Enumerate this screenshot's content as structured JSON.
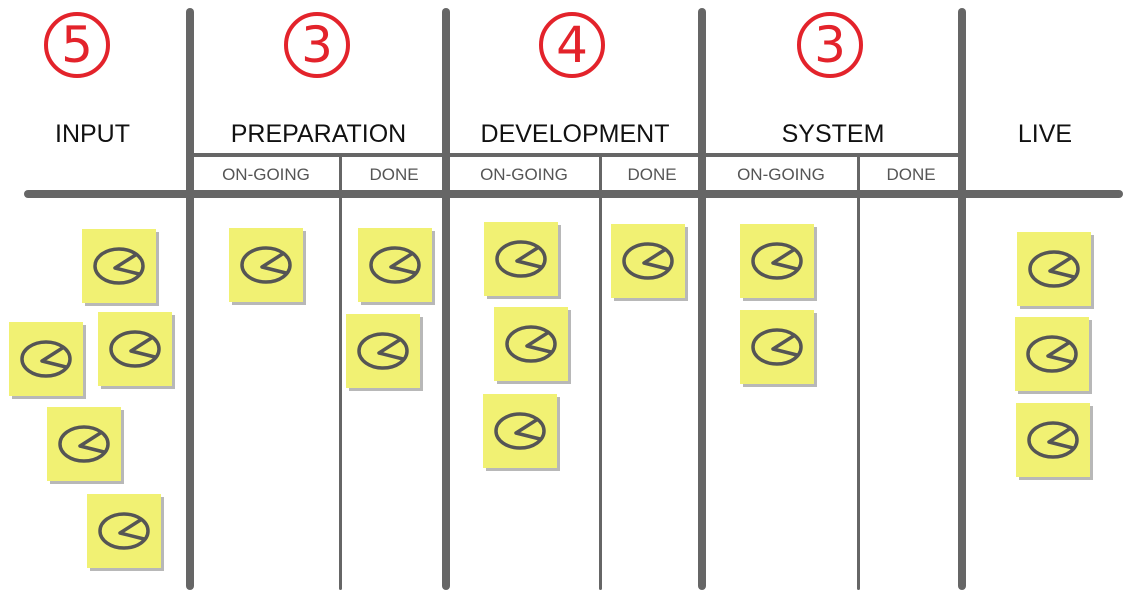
{
  "board": {
    "columns": [
      {
        "title": "INPUT",
        "wip_limit": "5",
        "cards": 5
      },
      {
        "title": "PREPARATION",
        "wip_limit": "3",
        "subcolumns": [
          {
            "label": "ON-GOING",
            "cards": 1
          },
          {
            "label": "DONE",
            "cards": 2
          }
        ]
      },
      {
        "title": "DEVELOPMENT",
        "wip_limit": "4",
        "subcolumns": [
          {
            "label": "ON-GOING",
            "cards": 3
          },
          {
            "label": "DONE",
            "cards": 1
          }
        ]
      },
      {
        "title": "SYSTEM",
        "wip_limit": "3",
        "subcolumns": [
          {
            "label": "ON-GOING",
            "cards": 2
          },
          {
            "label": "DONE",
            "cards": 0
          }
        ]
      },
      {
        "title": "LIVE",
        "cards": 3
      }
    ],
    "card_icon": "clock-icon",
    "colors": {
      "wip_circle": "#e3232b",
      "card": "#f1f173",
      "lines": "#666666",
      "icon_stroke": "#555555"
    }
  }
}
